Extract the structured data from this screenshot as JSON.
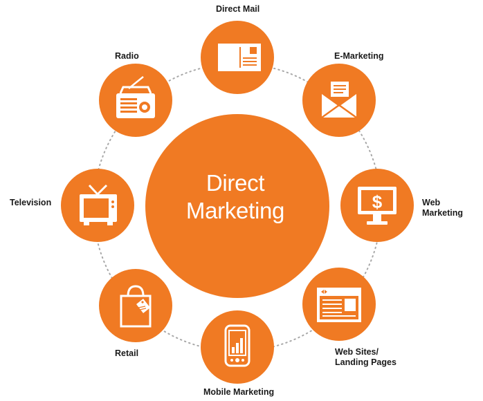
{
  "center": {
    "line1": "Direct",
    "line2": "Marketing"
  },
  "channels": [
    {
      "line1": "Direct Mail",
      "icon": "postcard-icon"
    },
    {
      "line1": "E-Marketing",
      "icon": "envelope-icon"
    },
    {
      "line1": "Web",
      "line2": "Marketing",
      "icon": "monitor-dollar-icon"
    },
    {
      "line1": "Web Sites/",
      "line2": "Landing Pages",
      "icon": "browser-window-icon"
    },
    {
      "line1": "Mobile Marketing",
      "icon": "mobile-phone-icon"
    },
    {
      "line1": "Retail",
      "icon": "shopping-bag-icon"
    },
    {
      "line1": "Television",
      "icon": "television-icon"
    },
    {
      "line1": "Radio",
      "icon": "radio-icon"
    }
  ],
  "colors": {
    "orange": "#F07A23",
    "text": "#1a1a1a",
    "dots": "#a0a0a0",
    "white": "#ffffff"
  }
}
